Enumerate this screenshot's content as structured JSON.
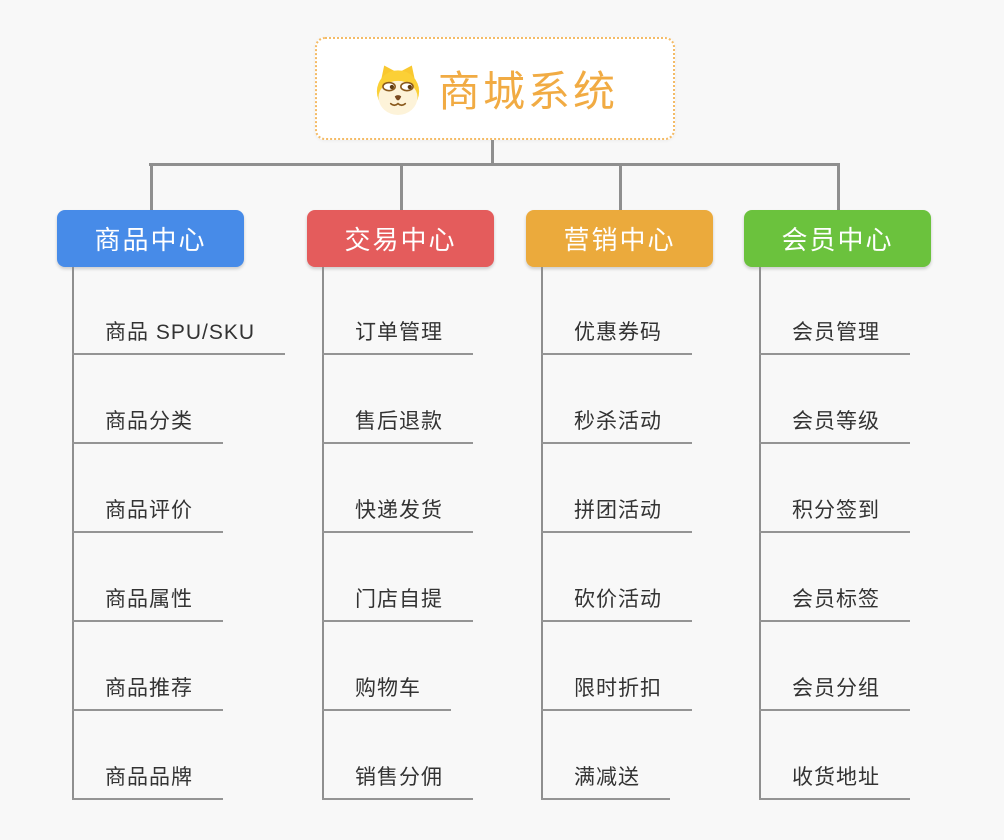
{
  "page": {
    "background_color": "#f8f8f8",
    "connector_color": "#8f8f8f",
    "leaf_underline_color": "#949494",
    "leaf_text_color": "#333333"
  },
  "root": {
    "title": "商城系统",
    "icon": "dog-face-icon",
    "title_color": "#f1ab43",
    "border_color": "#f4bb66"
  },
  "branches": [
    {
      "label": "商品中心",
      "color": "#478be8",
      "children": [
        "商品 SPU/SKU",
        "商品分类",
        "商品评价",
        "商品属性",
        "商品推荐",
        "商品品牌"
      ]
    },
    {
      "label": "交易中心",
      "color": "#e45c5c",
      "children": [
        "订单管理",
        "售后退款",
        "快递发货",
        "门店自提",
        "购物车",
        "销售分佣"
      ]
    },
    {
      "label": "营销中心",
      "color": "#ebaa3c",
      "children": [
        "优惠券码",
        "秒杀活动",
        "拼团活动",
        "砍价活动",
        "限时折扣",
        "满减送"
      ]
    },
    {
      "label": "会员中心",
      "color": "#6bc23d",
      "children": [
        "会员管理",
        "会员等级",
        "积分签到",
        "会员标签",
        "会员分组",
        "收货地址"
      ]
    }
  ]
}
